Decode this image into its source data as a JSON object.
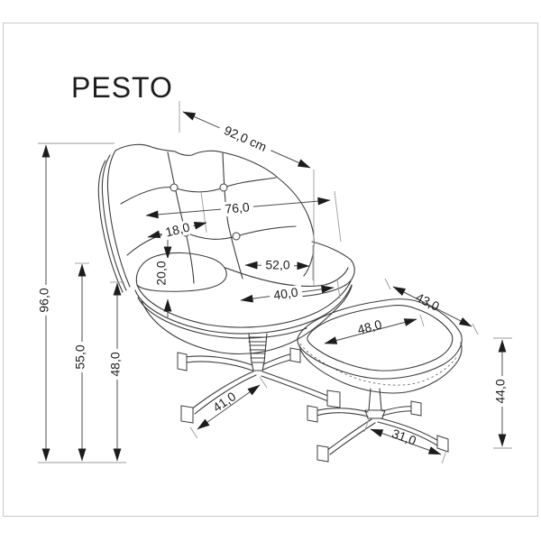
{
  "title": "PESTO",
  "colors": {
    "line": "#3d3d3d",
    "dimension_line": "#4d4d4d",
    "extension_line": "#9a9a9a",
    "text": "#1d1d1b",
    "frame": "#c9c9c9",
    "background": "#ffffff"
  },
  "dimensions": {
    "overall_width": {
      "label": "92,0 cm"
    },
    "overall_height": {
      "label": "96,0"
    },
    "armrest_height": {
      "label": "55,0"
    },
    "seat_height": {
      "label": "48,0"
    },
    "back_width": {
      "label": "76,0"
    },
    "armrest_width": {
      "label": "18,0"
    },
    "seat_width_rear": {
      "label": "52,0"
    },
    "seat_width_front": {
      "label": "40,0"
    },
    "shell_thickness": {
      "label": "20,0"
    },
    "chair_base_leg": {
      "label": "41,0"
    },
    "ottoman_width": {
      "label": "48,0"
    },
    "ottoman_depth": {
      "label": "43,0"
    },
    "ottoman_height": {
      "label": "44,0"
    },
    "ottoman_base_leg": {
      "label": "31,0"
    }
  }
}
